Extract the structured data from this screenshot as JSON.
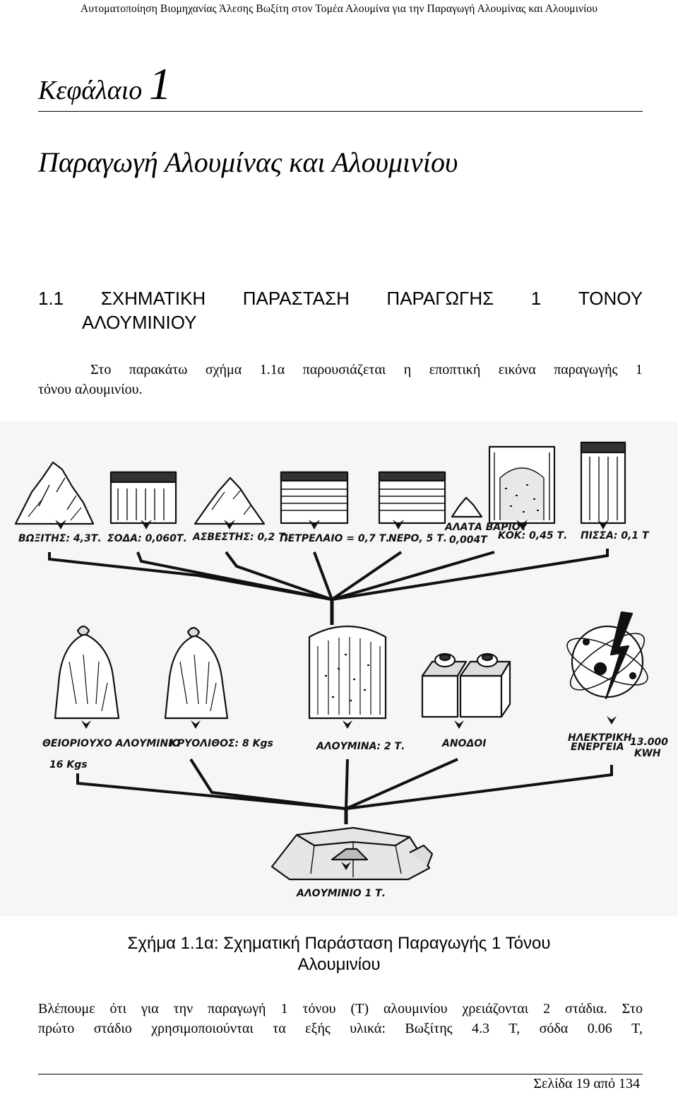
{
  "header": {
    "running_title": "Αυτοματοποίηση Βιομηχανίας Άλεσης Βωξίτη στον Τομέα Αλουμίνα για την Παραγωγή Αλουμίνας και Αλουμινίου"
  },
  "chapter": {
    "label": "Κεφάλαιο",
    "number": "1",
    "title": "Παραγωγή Αλουμίνας και Αλουμινίου"
  },
  "section": {
    "heading_words": [
      "1.1",
      "ΣΧΗΜΑΤΙΚΗ",
      "ΠΑΡΑΣΤΑΣΗ",
      "ΠΑΡΑΓΩΓΗΣ",
      "1",
      "ΤΟΝΟΥ"
    ],
    "heading_line2": "ΑΛΟΥΜΙΝΙΟΥ"
  },
  "intro": {
    "line1_words": [
      "Στο",
      "παρακάτω",
      "σχήμα",
      "1.1α",
      "παρουσιάζεται",
      "η",
      "εποπτική",
      "εικόνα",
      "παραγωγής",
      "1"
    ],
    "line2": "τόνου αλουμινίου."
  },
  "figure": {
    "top_labels": [
      "ΒΩΞΙΤΗΣ: 4,3Τ.",
      "ΣΟΔΑ: 0,060Τ.",
      "ΑΣΒΕΣΤΗΣ: 0,2 Τ.",
      "ΠΕΤΡΕΛΑΙΟ = 0,7 Τ.",
      "ΝΕΡΟ, 5 Τ.",
      "ΑΛΑΤΑ ΒΑΡΙΟΥ",
      "0,004Τ",
      "ΚΟΚ: 0,45 Τ.",
      "ΠΙΣΣΑ: 0,1 Τ"
    ],
    "middle_labels": [
      "ΘΕΙΟΡΙΟΥΧΟ ΑΛΟΥΜΙΝΙΟ",
      "16 Kgs",
      "ΚΡΥΟΛΙΘΟΣ: 8 Kgs",
      "ΑΛΟΥΜΙΝΑ: 2 Τ.",
      "ΑΝΟΔΟΙ",
      "ΗΛΕΚΤΡΙΚΗ",
      "ΕΝΕΡΓΕΙΑ",
      "13.000",
      "KWH"
    ],
    "bottom_label": "ΑΛΟΥΜΙΝΙΟ 1 Τ."
  },
  "caption": {
    "line1": "Σχήμα 1.1α: Σχηματική Παράσταση Παραγωγής 1 Τόνου",
    "line2": "Αλουμινίου"
  },
  "body": {
    "line1_words": [
      "Βλέπουμε",
      "ότι",
      "για",
      "την",
      "παραγωγή",
      "1",
      "τόνου",
      "(Τ)",
      "αλουμινίου",
      "χρειάζονται",
      "2",
      "στάδια.",
      "Στο"
    ],
    "line2_words": [
      "πρώτο",
      "στάδιο",
      "χρησιμοποιούνται",
      "τα",
      "εξής",
      "υλικά:",
      "Βωξίτης",
      "4.3",
      "Τ,",
      "σόδα",
      "0.06",
      "Τ,"
    ]
  },
  "footer": {
    "page": "Σελίδα 19 από 134"
  }
}
